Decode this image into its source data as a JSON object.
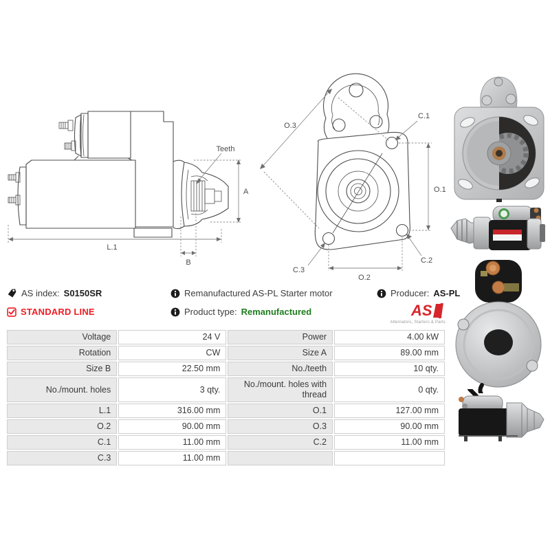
{
  "info": {
    "as_index_label": "AS index:",
    "as_index_value": "S0150SR",
    "standard_line": "STANDARD LINE",
    "description": "Remanufactured AS-PL Starter motor",
    "product_type_label": "Product type:",
    "product_type_value": "Remanufactured",
    "producer_label": "Producer:",
    "producer_value": "AS-PL",
    "logo_text": "AS",
    "logo_tagline": "Alternators, Starters & Parts"
  },
  "icons": {
    "tag": "tag-icon",
    "info": "info-icon",
    "checkbox": "checked-checkbox-icon"
  },
  "colors": {
    "brand_red": "#ee1c23",
    "type_green": "#1e7d1e",
    "table_label_bg": "#e9e9e9",
    "table_border": "#cfcfcf"
  },
  "drawings": {
    "side": {
      "teeth": "Teeth",
      "a": "A",
      "l1": "L.1",
      "b": "B"
    },
    "front": {
      "o3": "O.3",
      "c1": "C.1",
      "o1": "O.1",
      "c2": "C.2",
      "c3": "C.3",
      "o2": "O.2"
    }
  },
  "specs": {
    "rows": [
      [
        "Voltage",
        "24 V",
        "Power",
        "4.00 kW"
      ],
      [
        "Rotation",
        "CW",
        "Size A",
        "89.00 mm"
      ],
      [
        "Size B",
        "22.50 mm",
        "No./teeth",
        "10 qty."
      ],
      [
        "No./mount. holes",
        "3 qty.",
        "No./mount. holes with thread",
        "0 qty."
      ],
      [
        "L.1",
        "316.00 mm",
        "O.1",
        "127.00 mm"
      ],
      [
        "O.2",
        "90.00 mm",
        "O.3",
        "90.00 mm"
      ],
      [
        "C.1",
        "11.00 mm",
        "C.2",
        "11.00 mm"
      ],
      [
        "C.3",
        "11.00 mm",
        "",
        ""
      ]
    ]
  }
}
